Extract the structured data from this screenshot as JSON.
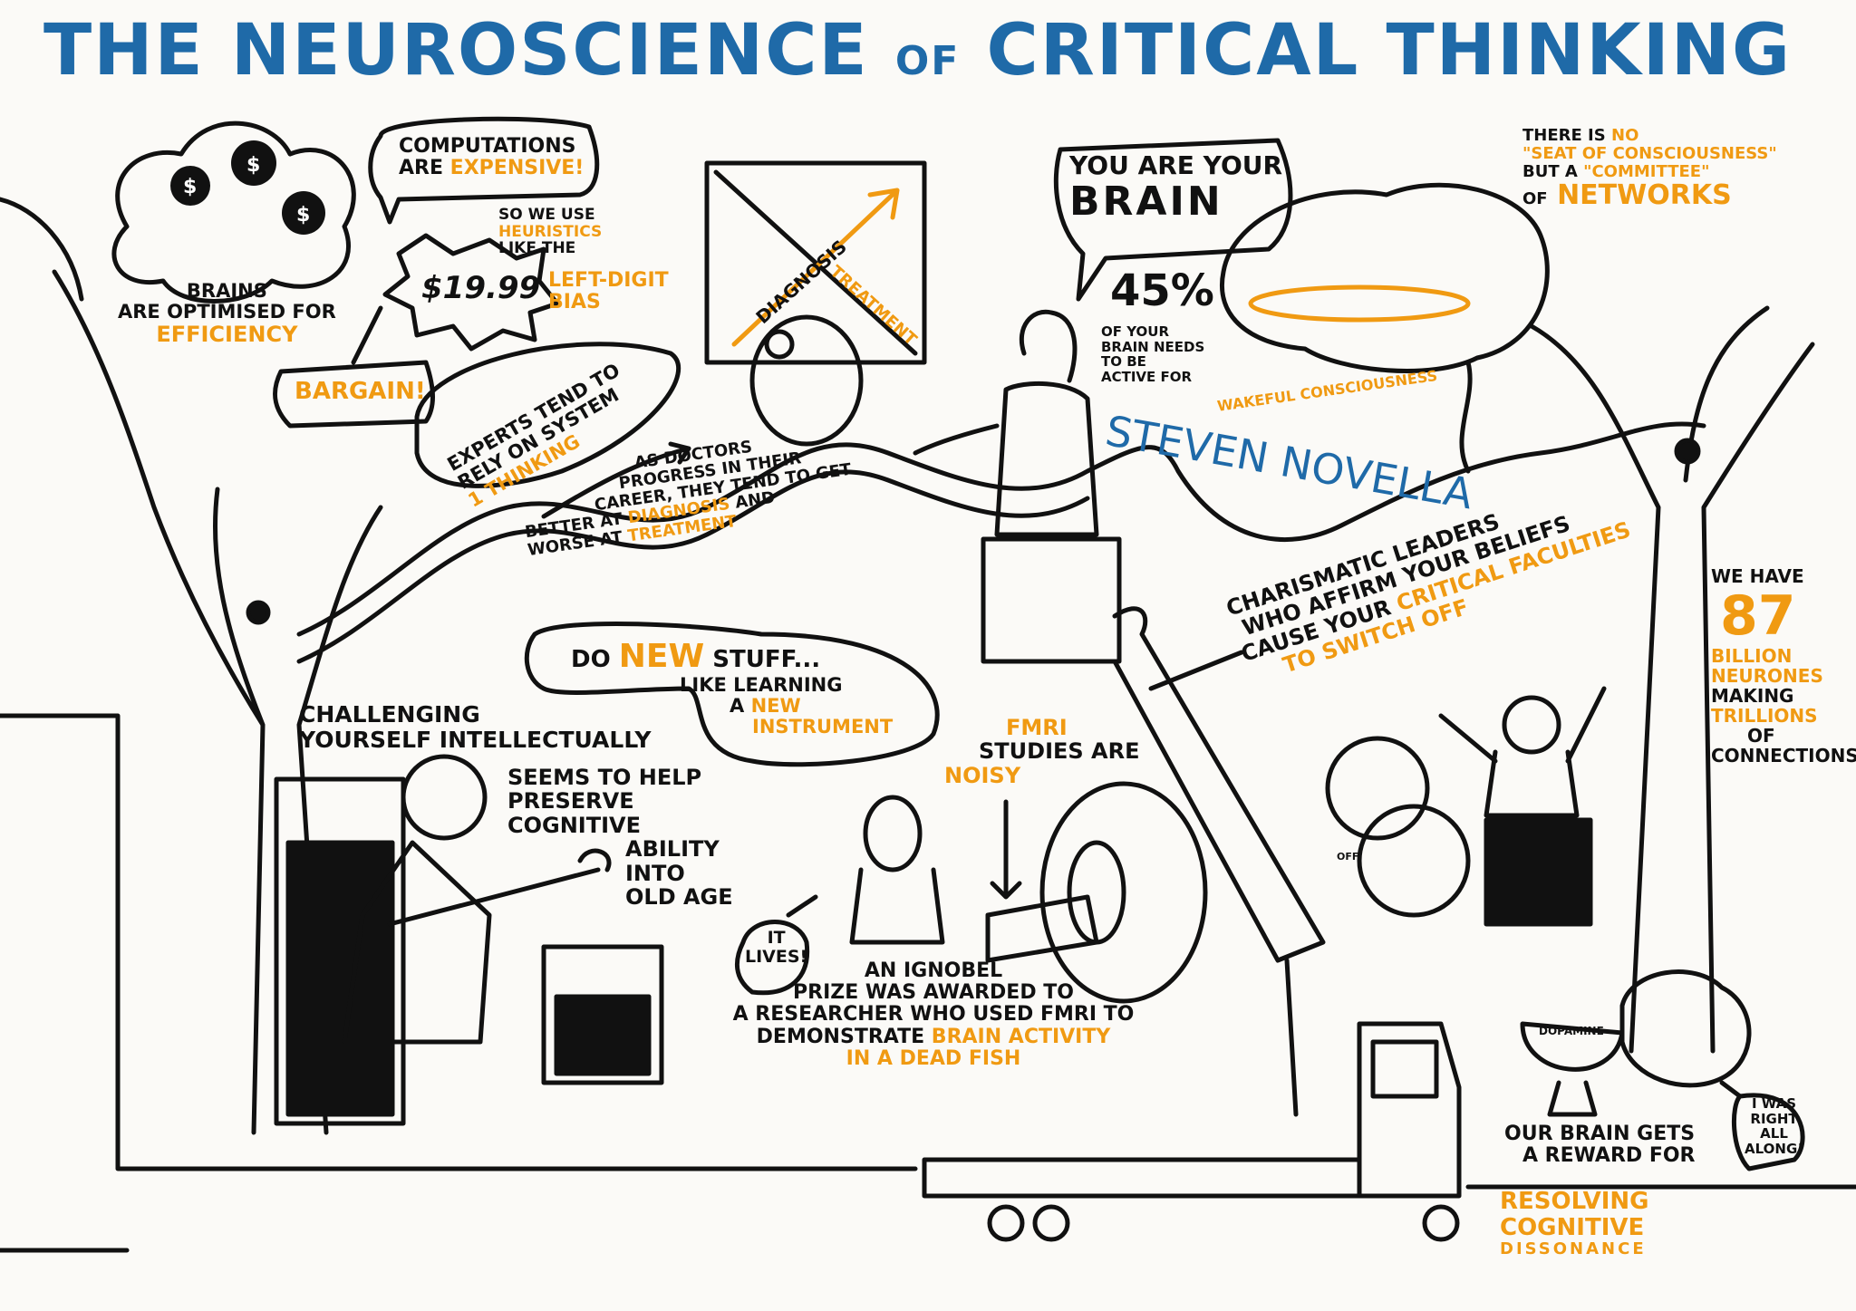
{
  "title": {
    "part1": "THE NEUROSCIENCE",
    "of": "of",
    "part2": "CRITICAL THINKING"
  },
  "computations": {
    "line1": "COMPUTATIONS",
    "line2a": "ARE",
    "line2b": "EXPENSIVE!"
  },
  "brains": {
    "line1": "BRAINS",
    "line2": "ARE OPTIMISED FOR",
    "line3": "EFFICIENCY"
  },
  "bargain": "BARGAIN!",
  "price_tag": "$19.99",
  "heuristics": {
    "line1": "SO WE USE",
    "line2": "HEURISTICS",
    "line3": "LIKE THE",
    "line4": "LEFT-DIGIT",
    "line5": "BIAS"
  },
  "diagnosis_board": {
    "diagnosis": "DIAGNOSIS",
    "treatment": "TREATMENT"
  },
  "experts": {
    "line1": "EXPERTS TEND TO",
    "line2": "RELY on SYSTEM",
    "line3": "1 THINKING"
  },
  "doctors": {
    "line1": "AS DOCTORS",
    "line2": "PROGRESS IN THEIR",
    "line3": "CAREER, THEY TEND TO GET",
    "line4a": "BETTER AT",
    "line4b": "DIAGNOSIS",
    "line4c": "AND",
    "line5a": "WORSE AT",
    "line5b": "TREATMENT"
  },
  "you_are": {
    "line1": "YOU ARE YOUR",
    "line2": "BRAIN"
  },
  "percent": {
    "value": "45%",
    "line1": "OF YOUR",
    "line2": "BRAIN NEEDS",
    "line3": "TO BE",
    "line4": "ACTIVE FOR",
    "line5": "WAKEFUL CONSCIOUSNESS"
  },
  "seat": {
    "line1a": "THERE IS",
    "line1b": "NO",
    "line2": "\"SEAT of CONSCIOUSNESS\"",
    "line3a": "BUT A",
    "line3b": "\"COMMITTEE\"",
    "line4a": "OF",
    "line4b": "NETWORKS"
  },
  "speaker": "STEVEN NOVELLA",
  "do_new": {
    "line1a": "DO",
    "line1b": "NEW",
    "line1c": "STUFF...",
    "line2": "LIKE LEARNING",
    "line3a": "A",
    "line3b": "NEW",
    "line4": "INSTRUMENT"
  },
  "challenging": {
    "line1": "CHALLENGING",
    "line2": "YOURSELF INTELLECTUALLY",
    "line3": "SEEMS TO HELP",
    "line4": "PRESERVE",
    "line5": "COGNITIVE",
    "line6": "ABILITY",
    "line7": "INTO",
    "line8": "OLD AGE"
  },
  "fmri": {
    "line1": "FMRI",
    "line2": "STUDIES ARE",
    "line3": "NOISY"
  },
  "it_lives": {
    "line1": "IT",
    "line2": "LIVES!"
  },
  "ignobel": {
    "line1": "AN IGNOBEL",
    "line2": "PRIZE WAS AWARDED TO",
    "line3": "A RESEARCHER WHO USED fMRI TO",
    "line4a": "DEMONSTRATE",
    "line4b": "BRAIN ACTIVITY",
    "line5": "IN A DEAD FISH"
  },
  "charismatic": {
    "line1": "CHARISMATIC LEADERS",
    "line2": "WHO AFFIRM YOUR BELIEFS",
    "line3a": "CAUSE YOUR",
    "line3b": "CRITICAL FACULTIES",
    "line4": "TO SWITCH OFF"
  },
  "neurons": {
    "line1": "WE HAVE",
    "line2": "87",
    "line3": "BILLION",
    "line4": "NEURONES",
    "line5": "MAKING",
    "line6": "TRILLIONS",
    "line7": "OF",
    "line8": "CONNECTIONS"
  },
  "reward": {
    "line1": "OUR BRAIN GETS",
    "line2": "A REWARD FOR",
    "line3": "RESOLVING",
    "line4": "COGNITIVE",
    "line5": "DISSONANCE"
  },
  "right_along": {
    "line1": "I WAS",
    "line2": "RIGHT",
    "line3": "ALL",
    "line4": "ALONG!"
  },
  "dopamine": "DOPAMINE",
  "off_label": "OFF",
  "colors": {
    "ink": "#111111",
    "orange": "#f09a12",
    "blue": "#1f6aa8",
    "paper": "#fbfaf7"
  }
}
